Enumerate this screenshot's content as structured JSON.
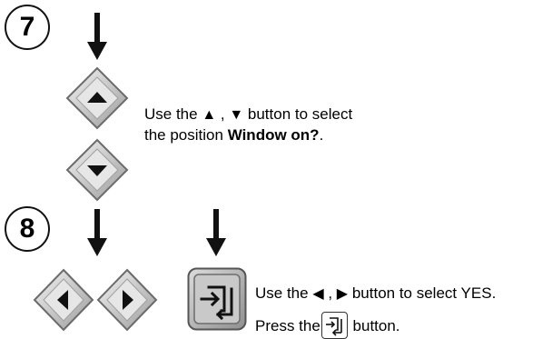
{
  "steps": [
    {
      "number": "7",
      "line1": {
        "prefix": "Use the ",
        "up": "▲",
        "sep": " , ",
        "down": "▼",
        "suffix": " button to select"
      },
      "line2": {
        "prefix": "the position ",
        "bold": "Window on?",
        "suffix": "."
      }
    },
    {
      "number": "8",
      "line1": {
        "prefix": "Use the ",
        "left": "◀",
        "sep": " , ",
        "right": "▶",
        "suffix": "  button to select YES."
      },
      "line2": {
        "prefix": "Press the",
        "suffix": " button."
      }
    }
  ],
  "icons": {
    "down_arrow": "down-arrow-icon",
    "up_button": "up-arrow-button-icon",
    "down_button": "down-arrow-button-icon",
    "left_button": "left-arrow-button-icon",
    "right_button": "right-arrow-button-icon",
    "enter_button": "enter-button-icon"
  },
  "colors": {
    "button_face": "#d9d9d9",
    "button_border": "#6b6b6b",
    "glyph": "#111111"
  }
}
